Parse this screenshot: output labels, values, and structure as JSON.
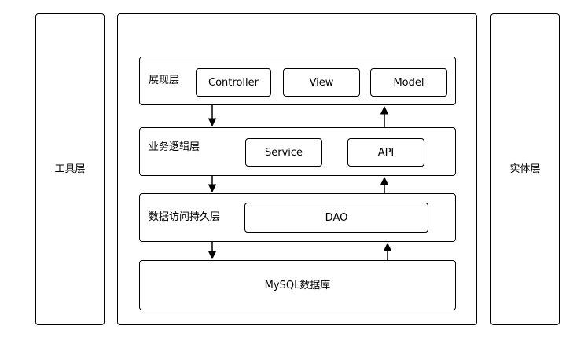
{
  "tool_layer": "工具层",
  "entity_layer": "实体层",
  "presentation": {
    "label": "展现层",
    "items": [
      "Controller",
      "View",
      "Model"
    ]
  },
  "business": {
    "label": "业务逻辑层",
    "items": [
      "Service",
      "API"
    ]
  },
  "persistence": {
    "label": "数据访问持久层",
    "items": [
      "DAO"
    ]
  },
  "database": "MySQL数据库"
}
